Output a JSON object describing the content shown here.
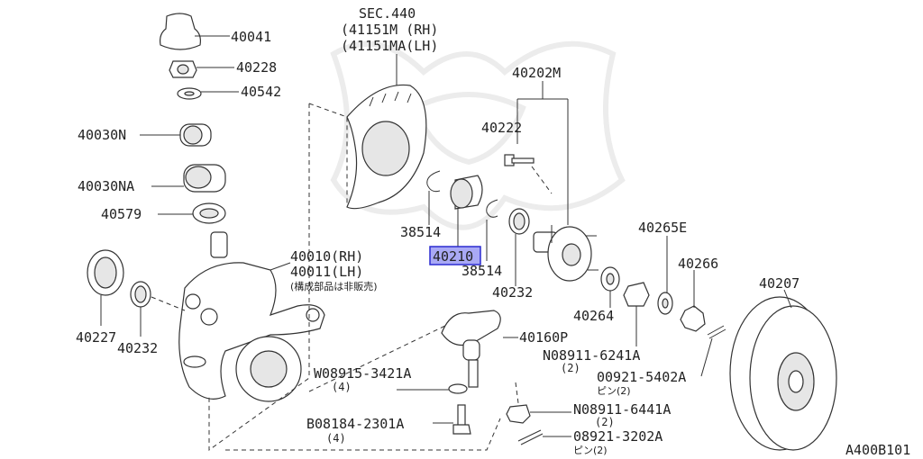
{
  "diagram": {
    "section_ref": "SEC.440",
    "section_parts": [
      "(41151M  (RH)",
      "(41151MA(LH)"
    ],
    "drawing_id": "A400B101",
    "highlighted_part": "40210",
    "labels": {
      "p40041": "40041",
      "p40228": "40228",
      "p40542": "40542",
      "p40030N": "40030N",
      "p40030NA": "40030NA",
      "p40579": "40579",
      "p40010": "40010(RH)",
      "p40011": "40011(LH)",
      "p40011_note": "(構成部品は非販売)",
      "p40227": "40227",
      "p40232a": "40232",
      "p38514a": "38514",
      "p38514b": "38514",
      "p40232b": "40232",
      "p40202M": "40202M",
      "p40222": "40222",
      "p40264": "40264",
      "p40265E": "40265E",
      "p40266": "40266",
      "p40207": "40207",
      "p40160P": "40160P",
      "w08915": "W08915-3421A",
      "w08915_qty": "(4)",
      "b08184": "B08184-2301A",
      "b08184_qty": "(4)",
      "n08911a": "N08911-6241A",
      "n08911a_qty": "(2)",
      "p00921": "00921-5402A",
      "p00921_qty": "ピン(2)",
      "n08911b": "N08911-6441A",
      "n08911b_qty": "(2)",
      "p08921": "08921-3202A",
      "p08921_qty": "ピン(2)"
    }
  }
}
